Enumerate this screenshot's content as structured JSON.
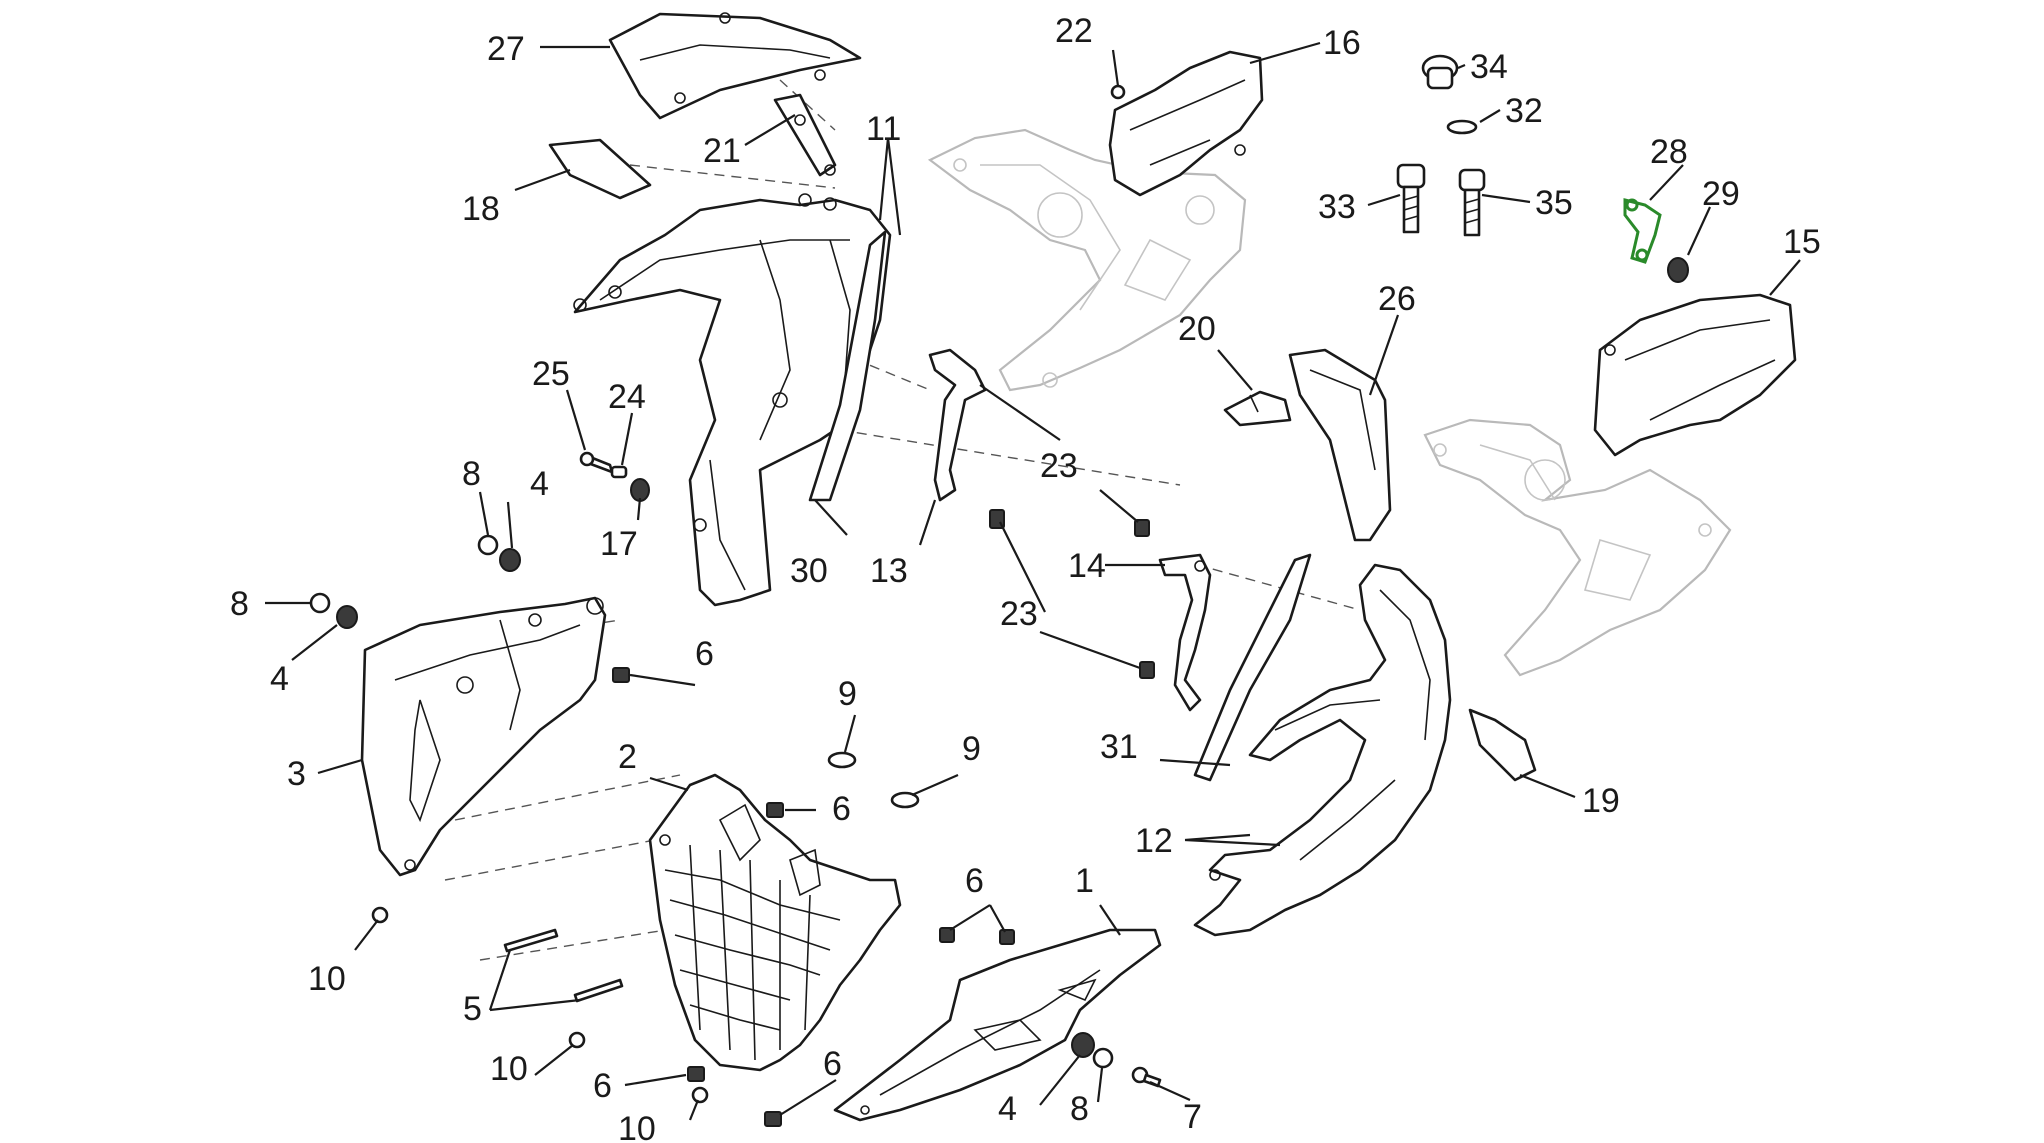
{
  "labels": [
    {
      "id": "p27",
      "text": "27"
    },
    {
      "id": "p22",
      "text": "22"
    },
    {
      "id": "p16",
      "text": "16"
    },
    {
      "id": "p34",
      "text": "34"
    },
    {
      "id": "p32",
      "text": "32"
    },
    {
      "id": "p11",
      "text": "11"
    },
    {
      "id": "p21",
      "text": "21"
    },
    {
      "id": "p18",
      "text": "18"
    },
    {
      "id": "p33",
      "text": "33"
    },
    {
      "id": "p35",
      "text": "35"
    },
    {
      "id": "p28",
      "text": "28"
    },
    {
      "id": "p29",
      "text": "29"
    },
    {
      "id": "p15",
      "text": "15"
    },
    {
      "id": "p20",
      "text": "20"
    },
    {
      "id": "p26",
      "text": "26"
    },
    {
      "id": "p25",
      "text": "25"
    },
    {
      "id": "p24",
      "text": "24"
    },
    {
      "id": "p8a",
      "text": "8"
    },
    {
      "id": "p4a",
      "text": "4"
    },
    {
      "id": "p17",
      "text": "17"
    },
    {
      "id": "p23a",
      "text": "23"
    },
    {
      "id": "p30",
      "text": "30"
    },
    {
      "id": "p13",
      "text": "13"
    },
    {
      "id": "p14",
      "text": "14"
    },
    {
      "id": "p8b",
      "text": "8"
    },
    {
      "id": "p4b",
      "text": "4"
    },
    {
      "id": "p23b",
      "text": "23"
    },
    {
      "id": "p6a",
      "text": "6"
    },
    {
      "id": "p9a",
      "text": "9"
    },
    {
      "id": "p3",
      "text": "3"
    },
    {
      "id": "p2",
      "text": "2"
    },
    {
      "id": "p9b",
      "text": "9"
    },
    {
      "id": "p6b",
      "text": "6"
    },
    {
      "id": "p31",
      "text": "31"
    },
    {
      "id": "p19",
      "text": "19"
    },
    {
      "id": "p12",
      "text": "12"
    },
    {
      "id": "p6c",
      "text": "6"
    },
    {
      "id": "p1",
      "text": "1"
    },
    {
      "id": "p10a",
      "text": "10"
    },
    {
      "id": "p5",
      "text": "5"
    },
    {
      "id": "p10b",
      "text": "10"
    },
    {
      "id": "p6d",
      "text": "6"
    },
    {
      "id": "p6e",
      "text": "6"
    },
    {
      "id": "p4c",
      "text": "4"
    },
    {
      "id": "p8c",
      "text": "8"
    },
    {
      "id": "p7",
      "text": "7"
    },
    {
      "id": "p10c",
      "text": "10"
    }
  ],
  "colors": {
    "line": "#1a1a1a",
    "frame": "#b9b9b9",
    "highlight": "#2a8a2a",
    "background": "#ffffff"
  }
}
